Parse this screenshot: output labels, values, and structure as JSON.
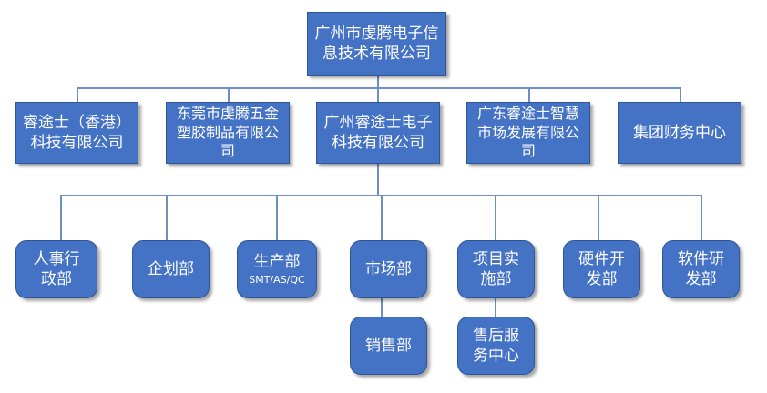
{
  "root": {
    "label_line1": "广州市虔腾电子信",
    "label_line2": "息技术有限公司"
  },
  "companies": [
    {
      "line1": "睿途士（香港）",
      "line2": "科技有限公司"
    },
    {
      "line1": "东莞市虔腾五金",
      "line2": "塑胶制品有限公",
      "line3": "司"
    },
    {
      "line1": "广州睿途士电子",
      "line2": "科技有限公司"
    },
    {
      "line1": "广东睿途士智慧",
      "line2": "市场发展有限公",
      "line3": "司"
    },
    {
      "line1": "集团财务中心"
    }
  ],
  "departments": [
    {
      "line1": "人事行",
      "line2": "政部"
    },
    {
      "line1": "企划部"
    },
    {
      "line1": "生产部",
      "sub": "SMT/AS/QC"
    },
    {
      "line1": "市场部"
    },
    {
      "line1": "项目实",
      "line2": "施部"
    },
    {
      "line1": "硬件开",
      "line2": "发部"
    },
    {
      "line1": "软件研",
      "line2": "发部"
    }
  ],
  "subdepartments": [
    {
      "line1": "销售部"
    },
    {
      "line1": "售后服",
      "line2": "务中心"
    }
  ],
  "colors": {
    "node_fill": "#4472C4",
    "node_border": "#2f5597",
    "connector": "#6d90c4"
  }
}
